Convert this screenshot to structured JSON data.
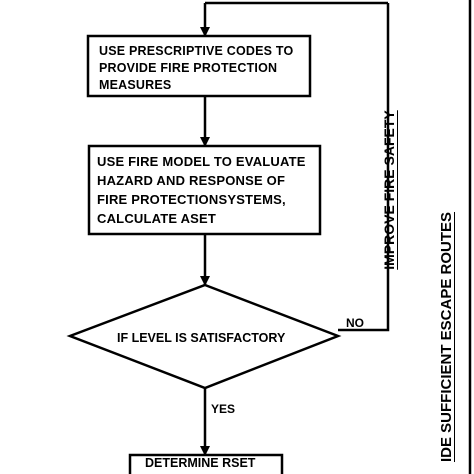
{
  "boxes": {
    "prescriptive": {
      "line1": "USE PRESCRIPTIVE CODES TO",
      "line2": "PROVIDE FIRE PROTECTION",
      "line3": "MEASURES"
    },
    "fire_model": {
      "line1": "USE FIRE MODEL TO EVALUATE",
      "line2": "HAZARD  AND RESPONSE OF",
      "line3": "FIRE PROTECTIONSYSTEMS,",
      "line4": "CALCULATE ASET"
    },
    "decision": {
      "text": "IF LEVEL IS SATISFACTORY"
    },
    "rset": {
      "text": "DETERMINE RSET"
    }
  },
  "labels": {
    "no": "NO",
    "yes": "YES",
    "improve_fire_safety": "IMPROVE FIRE SAFETY",
    "escape_routes": "IDE SUFFICIENT ESCAPE ROUTES"
  },
  "colors": {
    "stroke": "#000000",
    "background": "#ffffff"
  }
}
